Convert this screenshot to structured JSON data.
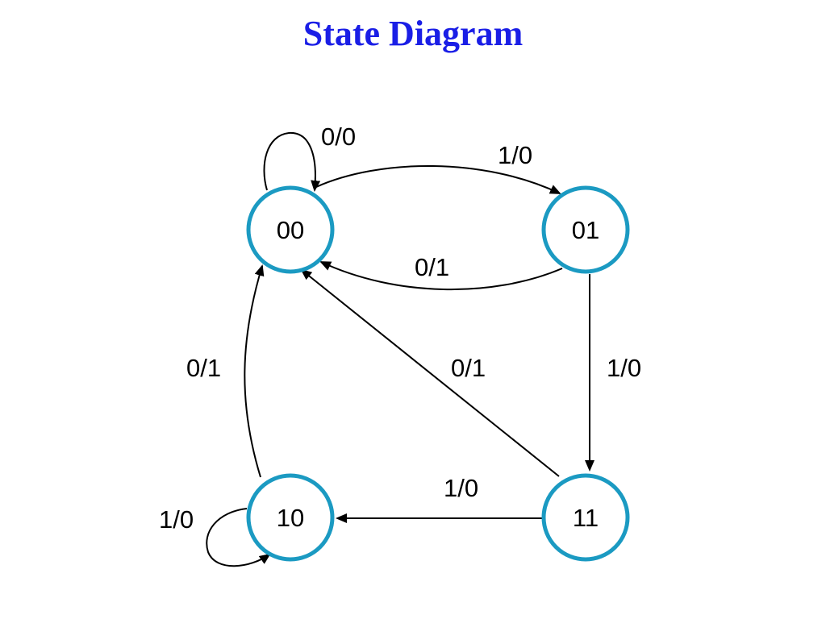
{
  "title": "State Diagram",
  "colors": {
    "title": "#1a1ee6",
    "state_border": "#1b9ac2",
    "edge": "#000000"
  },
  "states": [
    {
      "id": "s00",
      "label": "00"
    },
    {
      "id": "s01",
      "label": "01"
    },
    {
      "id": "s10",
      "label": "10"
    },
    {
      "id": "s11",
      "label": "11"
    }
  ],
  "transitions": [
    {
      "from": "00",
      "to": "00",
      "label": "0/0"
    },
    {
      "from": "00",
      "to": "01",
      "label": "1/0"
    },
    {
      "from": "01",
      "to": "00",
      "label": "0/1"
    },
    {
      "from": "01",
      "to": "11",
      "label": "1/0"
    },
    {
      "from": "11",
      "to": "00",
      "label": "0/1"
    },
    {
      "from": "11",
      "to": "10",
      "label": "1/0"
    },
    {
      "from": "10",
      "to": "00",
      "label": "0/1"
    },
    {
      "from": "10",
      "to": "10",
      "label": "1/0"
    }
  ]
}
